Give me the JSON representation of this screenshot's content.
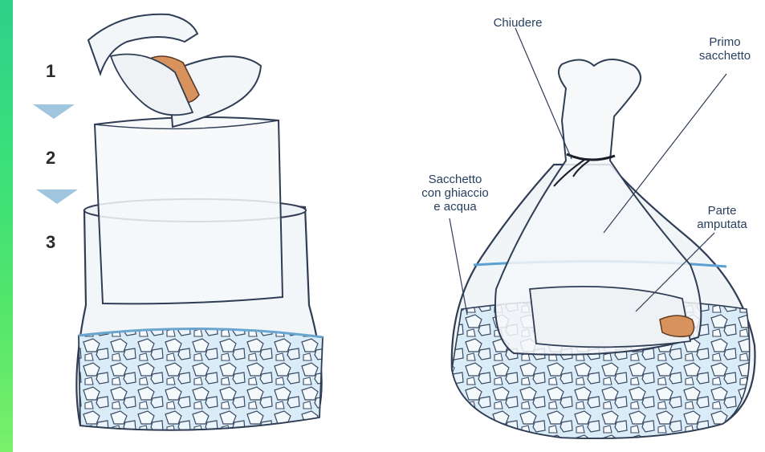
{
  "steps": [
    "1",
    "2",
    "3"
  ],
  "labels": {
    "close": "Chiudere",
    "first_bag": "Primo\nsacchetto",
    "ice_bag": "Sacchetto\ncon ghiaccio\ne acqua",
    "amputated": "Parte\namputata"
  },
  "colors": {
    "stripe": "#39e07a",
    "water": "#bcdcef",
    "bag_outline": "#2f3d55",
    "finger": "#d8925e"
  }
}
